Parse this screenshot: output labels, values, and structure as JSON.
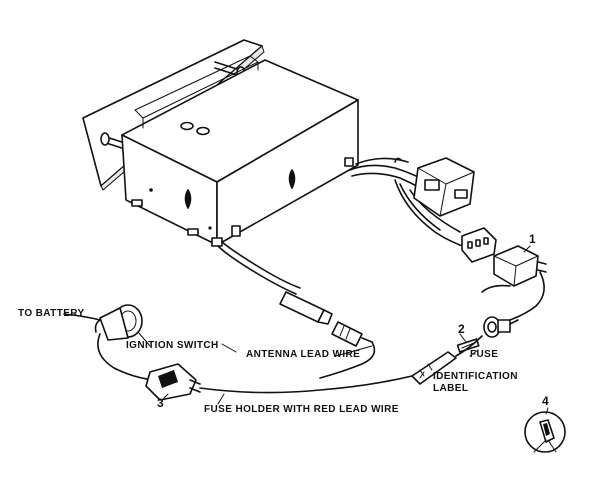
{
  "labels": {
    "to_battery": "TO BATTERY",
    "ignition_switch": "IGNITION SWITCH",
    "antenna_lead_wire": "ANTENNA LEAD WIRE",
    "fuse": "FUSE",
    "identification_label_line1": "IDENTIFICATION",
    "identification_label_line2": "LABEL",
    "fuse_holder": "FUSE HOLDER WITH RED LEAD WIRE"
  },
  "callouts": {
    "n1": "1",
    "n2": "2",
    "n3": "3",
    "n4": "4"
  }
}
